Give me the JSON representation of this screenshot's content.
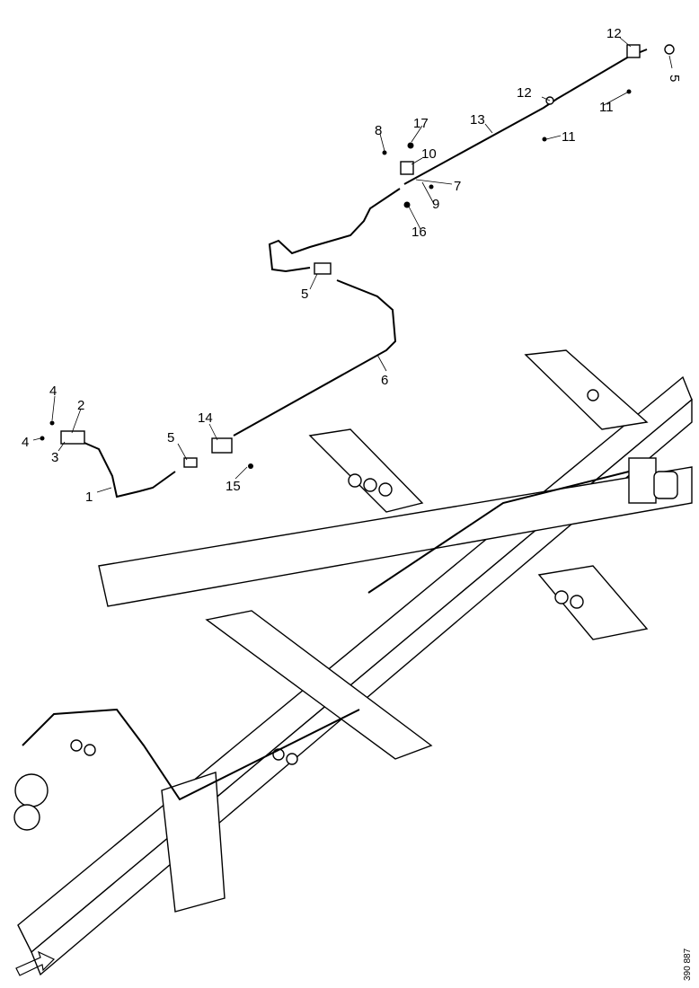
{
  "callouts": [
    {
      "id": "c1",
      "label": "1"
    },
    {
      "id": "c2",
      "label": "2"
    },
    {
      "id": "c3",
      "label": "3"
    },
    {
      "id": "c4a",
      "label": "4"
    },
    {
      "id": "c4b",
      "label": "4"
    },
    {
      "id": "c5a",
      "label": "5"
    },
    {
      "id": "c5b",
      "label": "5"
    },
    {
      "id": "c5c",
      "label": "5"
    },
    {
      "id": "c6",
      "label": "6"
    },
    {
      "id": "c7",
      "label": "7"
    },
    {
      "id": "c8",
      "label": "8"
    },
    {
      "id": "c9",
      "label": "9"
    },
    {
      "id": "c10",
      "label": "10"
    },
    {
      "id": "c11a",
      "label": "11"
    },
    {
      "id": "c11b",
      "label": "11"
    },
    {
      "id": "c12a",
      "label": "12"
    },
    {
      "id": "c12b",
      "label": "12"
    },
    {
      "id": "c13",
      "label": "13"
    },
    {
      "id": "c14",
      "label": "14"
    },
    {
      "id": "c15",
      "label": "15"
    },
    {
      "id": "c16",
      "label": "16"
    },
    {
      "id": "c17",
      "label": "17"
    }
  ],
  "figure_ref": "390 887"
}
